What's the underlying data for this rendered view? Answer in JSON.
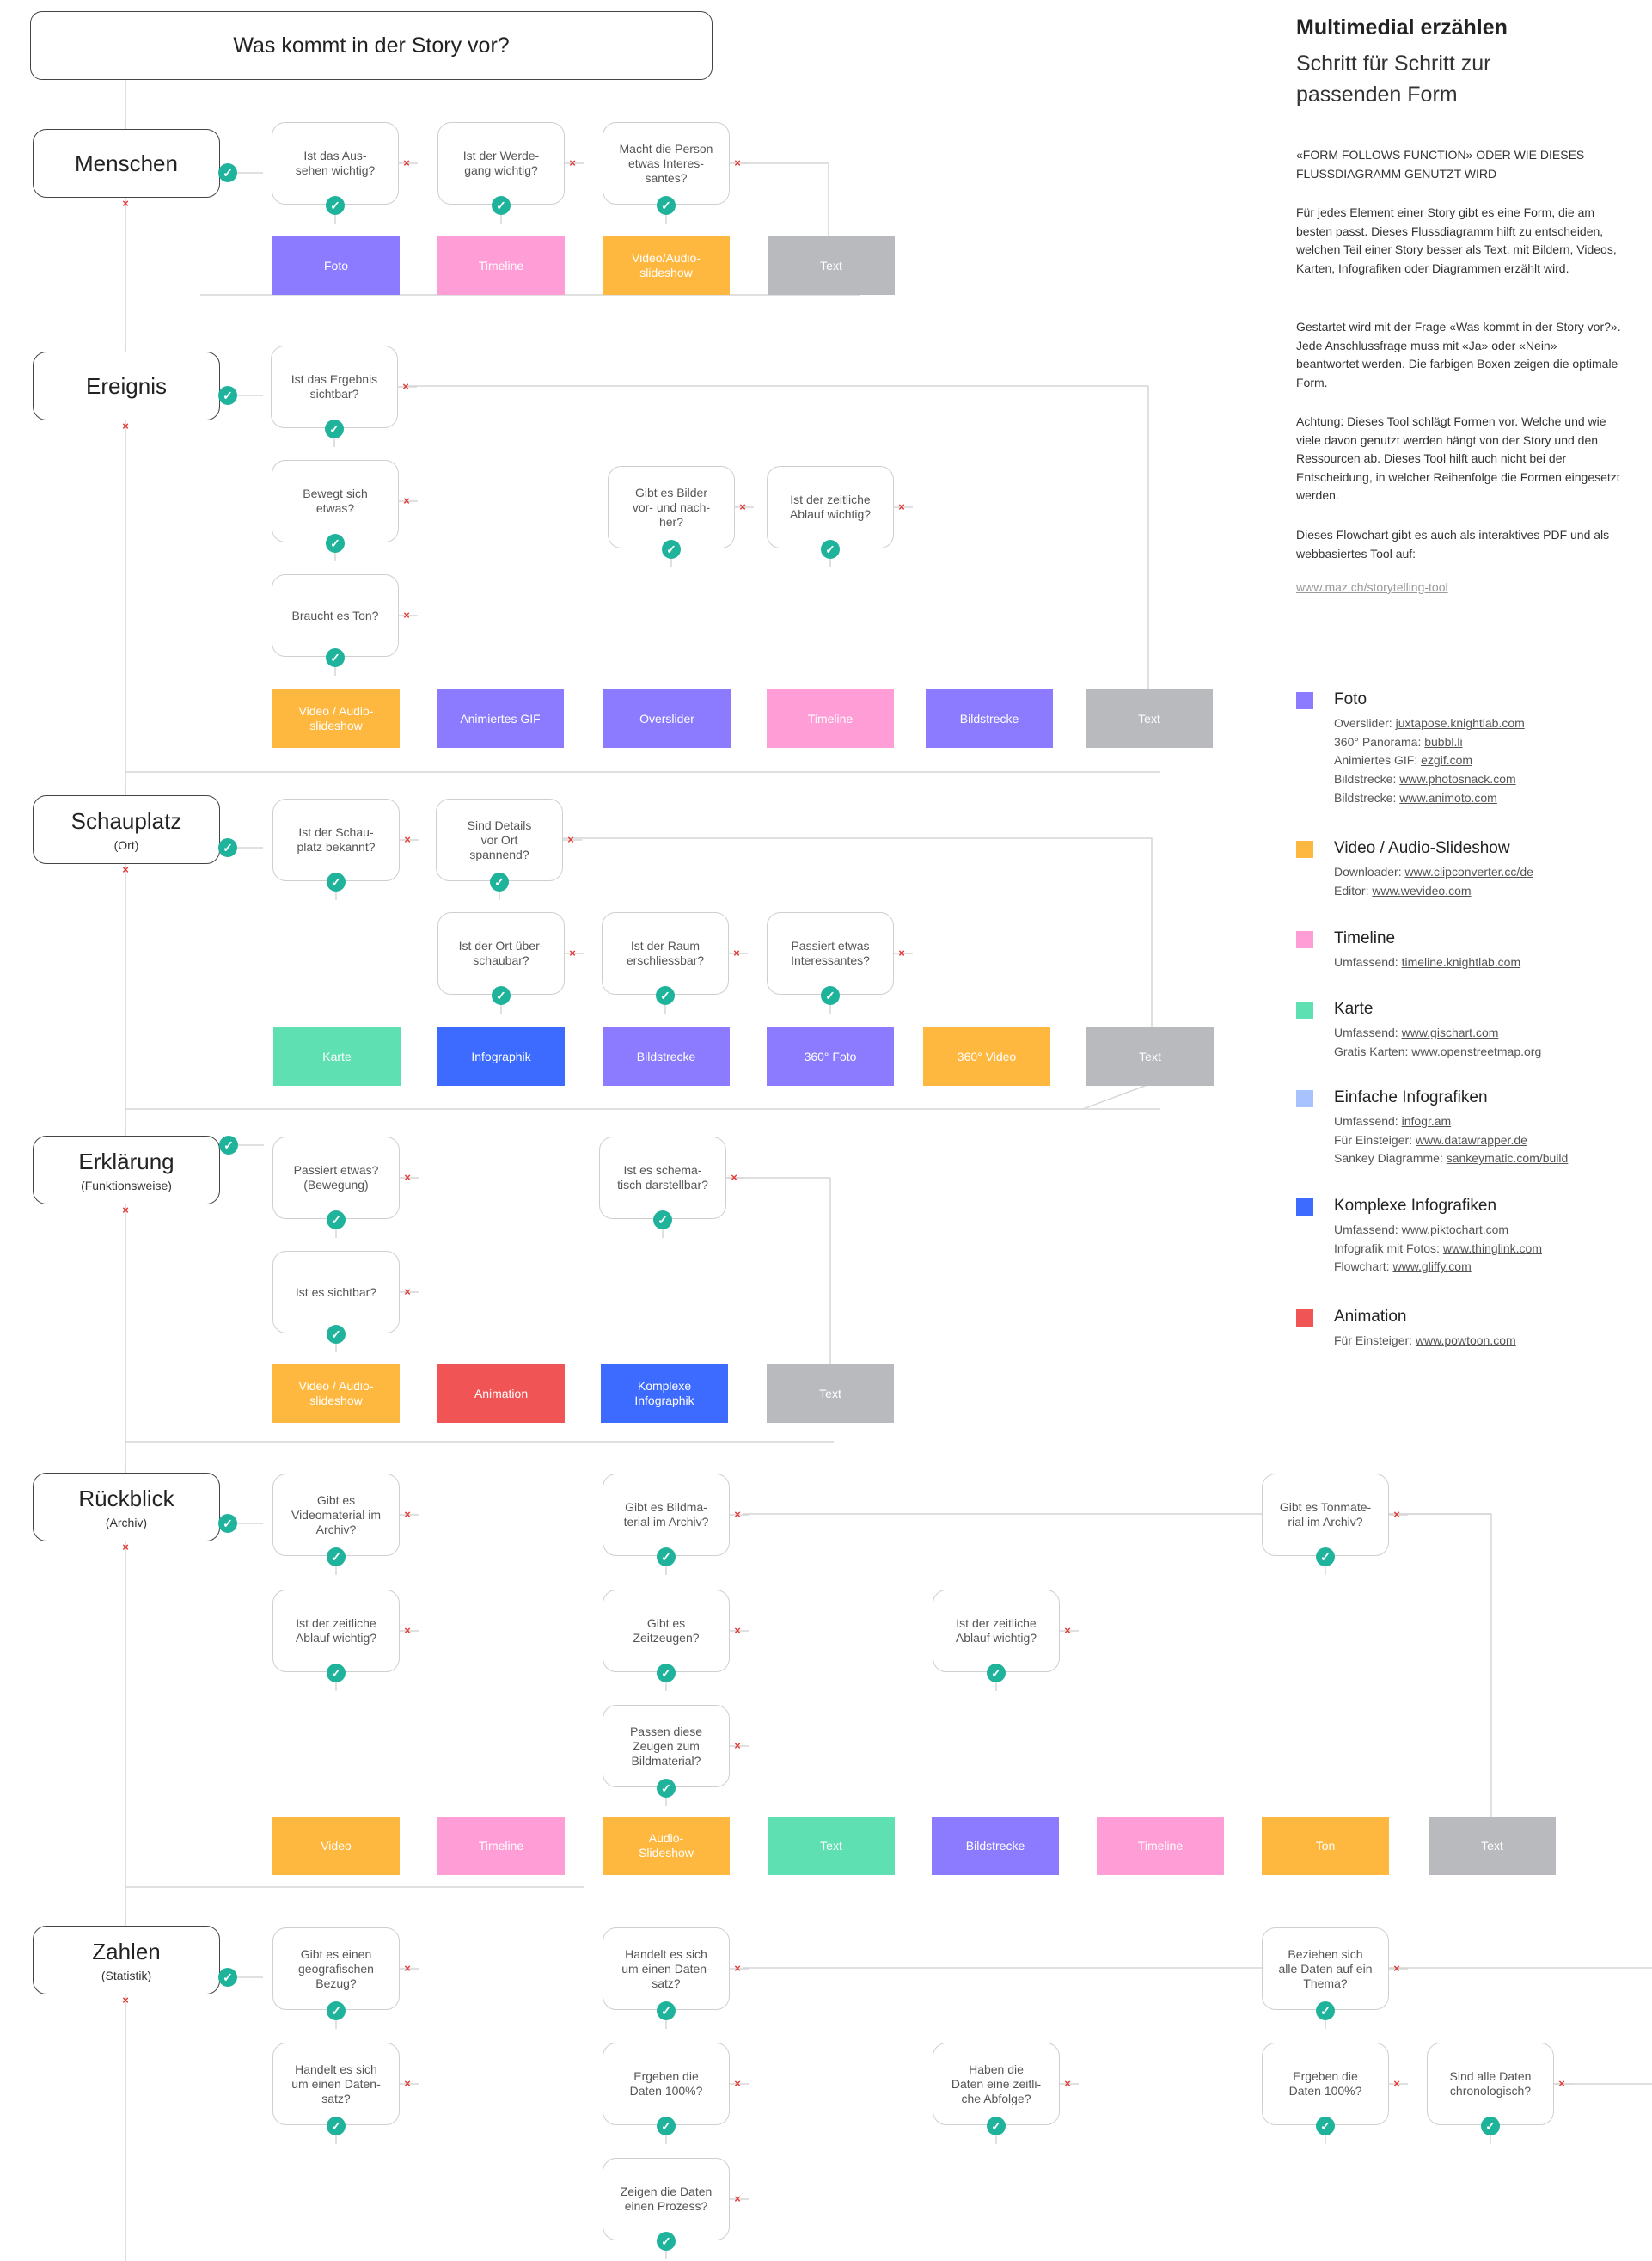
{
  "start_question": "Was kommt in der Story vor?",
  "sidebar": {
    "title": "Multimedial erzählen",
    "subtitle": "Schritt für Schritt zur passenden Form",
    "caps": "«FORM FOLLOWS FUNCTION» ODER WIE DIESES FLUSSDIAGRAMM GENUTZT WIRD",
    "p1": "Für jedes Element einer Story gibt es eine Form, die am besten passt. Dieses Flussdiagramm hilft zu entscheiden, welchen Teil einer Story besser als Text, mit Bildern, Videos, Karten, Infografiken oder Diagrammen erzählt wird.",
    "p2": "Gestartet wird mit der Frage «Was kommt in der Story vor?». Jede Anschlussfrage muss mit «Ja» oder «Nein» beantwortet werden. Die farbigen Boxen zeigen die optimale Form.",
    "p3": "Achtung: Dieses Tool schlägt Formen vor. Welche und wie viele davon genutzt werden hängt von der Story und den Ressourcen ab. Dieses Tool hilft auch nicht bei der Entscheidung, in welcher Reihenfolge die Formen eingesetzt werden.",
    "p4": "Dieses Flowchart gibt es auch als interaktives PDF und als webbasiertes Tool auf:",
    "link": "www.maz.ch/storytelling-tool"
  },
  "legend": [
    {
      "color": "#8c7bff",
      "title": "Foto",
      "lines": [
        {
          "pre": "Overslider: ",
          "link": "juxtapose.knightlab.com"
        },
        {
          "pre": "360° Panorama: ",
          "link": "bubbl.li"
        },
        {
          "pre": "Animiertes GIF: ",
          "link": "ezgif.com"
        },
        {
          "pre": "Bildstrecke: ",
          "link": "www.photosnack.com"
        },
        {
          "pre": "Bildstrecke: ",
          "link": "www.animoto.com"
        }
      ]
    },
    {
      "color": "#ffb83f",
      "title": "Video / Audio-Slideshow",
      "lines": [
        {
          "pre": "Downloader: ",
          "link": "www.clipconverter.cc/de"
        },
        {
          "pre": "Editor: ",
          "link": "www.wevideo.com"
        }
      ]
    },
    {
      "color": "#ff9dd6",
      "title": "Timeline",
      "lines": [
        {
          "pre": "Umfassend: ",
          "link": "timeline.knightlab.com"
        }
      ]
    },
    {
      "color": "#5fe0b3",
      "title": "Karte",
      "lines": [
        {
          "pre": "Umfassend: ",
          "link": "www.gischart.com"
        },
        {
          "pre": "Gratis Karten: ",
          "link": "www.openstreetmap.org"
        }
      ]
    },
    {
      "color": "#a8c2ff",
      "title": "Einfache Infografiken",
      "lines": [
        {
          "pre": "Umfassend: ",
          "link": "infogr.am"
        },
        {
          "pre": "Für Einsteiger: ",
          "link": "www.datawrapper.de"
        },
        {
          "pre": "Sankey Diagramme:  ",
          "link": "sankeymatic.com/build"
        }
      ]
    },
    {
      "color": "#3d6bff",
      "title": "Komplexe Infografiken",
      "lines": [
        {
          "pre": "Umfassend: ",
          "link": "www.piktochart.com"
        },
        {
          "pre": "Infografik mit Fotos: ",
          "link": "www.thinglink.com"
        },
        {
          "pre": "Flowchart: ",
          "link": "www.gliffy.com"
        }
      ]
    },
    {
      "color": "#f05454",
      "title": "Animation",
      "lines": [
        {
          "pre": "Für Einsteiger: ",
          "link": "www.powtoon.com"
        }
      ]
    }
  ],
  "colors": {
    "foto": "#8c7bff",
    "timeline": "#ff9dd6",
    "video": "#ffb83f",
    "text": "#b8babd",
    "karte": "#5fe0b3",
    "infographik": "#3d6bff",
    "animation": "#f05454",
    "check": "#1fb39b",
    "no": "#e53935"
  },
  "sections": [
    {
      "title": "Menschen",
      "sub": ""
    },
    {
      "title": "Ereignis",
      "sub": ""
    },
    {
      "title": "Schauplatz",
      "sub": "(Ort)"
    },
    {
      "title": "Erklärung",
      "sub": "(Funktionsweise)"
    },
    {
      "title": "Rückblick",
      "sub": "(Archiv)"
    },
    {
      "title": "Zahlen",
      "sub": "(Statistik)"
    }
  ],
  "questions": [
    "Ist das Aus-\nsehen wichtig?",
    "Ist der Werde-\ngang wichtig?",
    "Macht die Person\netwas Interes-\nsantes?",
    "Ist das Ergebnis\nsichtbar?",
    "Bewegt sich\netwas?",
    "Braucht es Ton?",
    "Gibt es Bilder\nvor- und nach-\nher?",
    "Ist der zeitliche\nAblauf wichtig?",
    "Ist der Schau-\nplatz bekannt?",
    "Sind Details\nvor Ort\nspannend?",
    "Ist der Ort über-\nschaubar?",
    "Ist der Raum\nerschliessbar?",
    "Passiert etwas\nInteressantes?",
    "Passiert etwas?\n(Bewegung)",
    "Ist es schema-\ntisch darstellbar?",
    "Ist es sichtbar?",
    "Gibt es\nVideomaterial im\nArchiv?",
    "Ist der zeitliche\nAblauf wichtig?",
    "Gibt es Bildma-\nterial im Archiv?",
    "Gibt es\nZeitzeugen?",
    "Passen diese\nZeugen zum\nBildmaterial?",
    "Ist der zeitliche\nAblauf wichtig?",
    "Gibt es Tonmate-\nrial im Archiv?",
    "Gibt es einen\ngeografischen\nBezug?",
    "Handelt es sich\num einen Daten-\nsatz?",
    "Handelt es sich\num einen Daten-\nsatz?",
    "Ergeben die\nDaten 100%?",
    "Zeigen die Daten\neinen Prozess?",
    "Haben die\nDaten eine zeitli-\nche Abfolge?",
    "Beziehen sich\nalle Daten auf ein\nThema?",
    "Ergeben die\nDaten 100%?",
    "Sind alle Daten\nchronologisch?"
  ],
  "outcomes": [
    "Foto",
    "Timeline",
    "Video/Audio-\nslideshow",
    "Text",
    "Video / Audio-\nslideshow",
    "Animiertes GIF",
    "Overslider",
    "Timeline",
    "Bildstrecke",
    "Text",
    "Karte",
    "Infographik",
    "Bildstrecke",
    "360° Foto",
    "360° Video",
    "Text",
    "Video / Audio-\nslideshow",
    "Animation",
    "Komplexe\nInfographik",
    "Text",
    "Video",
    "Timeline",
    "Audio-\nSlideshow",
    "Text",
    "Bildstrecke",
    "Timeline",
    "Ton",
    "Text"
  ]
}
